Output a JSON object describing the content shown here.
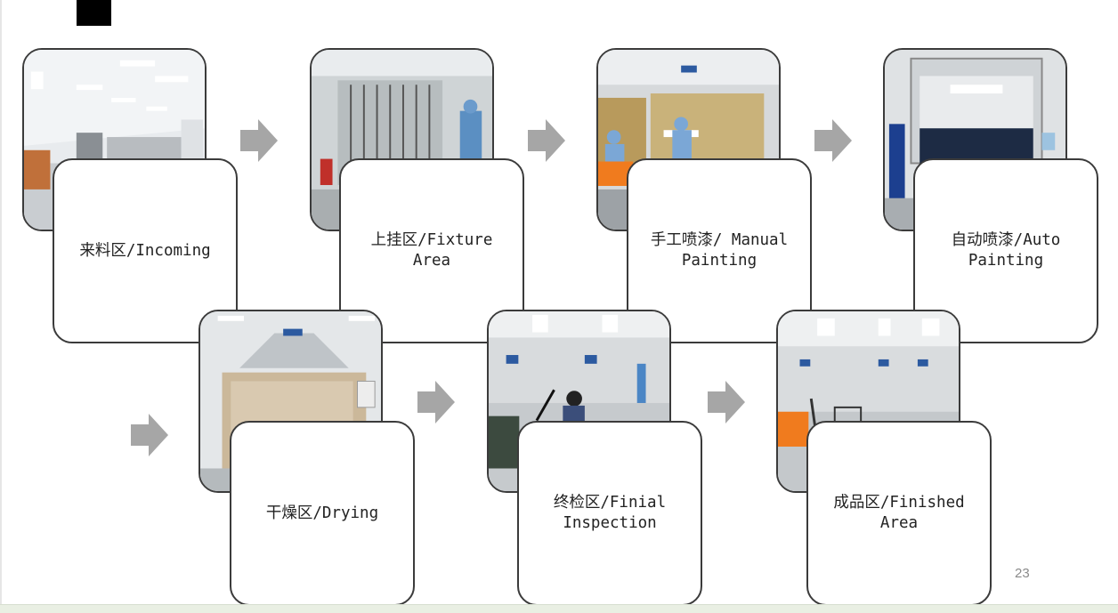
{
  "slide": {
    "page_number": "23"
  },
  "steps": [
    {
      "label": "来料区/Incoming",
      "photo_icon": "warehouse-photo"
    },
    {
      "label": "上挂区/Fixture\nArea",
      "photo_icon": "fixture-rack-photo"
    },
    {
      "label": "手工喷漆/ Manual\nPainting",
      "photo_icon": "spray-booth-photo"
    },
    {
      "label": "自动喷漆/Auto\nPainting",
      "photo_icon": "auto-spray-machine-photo"
    },
    {
      "label": "干燥区/Drying",
      "photo_icon": "drying-oven-photo"
    },
    {
      "label": "终检区/Finial\nInspection",
      "photo_icon": "inspection-room-photo"
    },
    {
      "label": "成品区/Finished\nArea",
      "photo_icon": "finished-goods-room-photo"
    }
  ],
  "colors": {
    "arrow": "#a6a6a6",
    "border": "#3b3b3b",
    "corner_block": "#000000"
  }
}
